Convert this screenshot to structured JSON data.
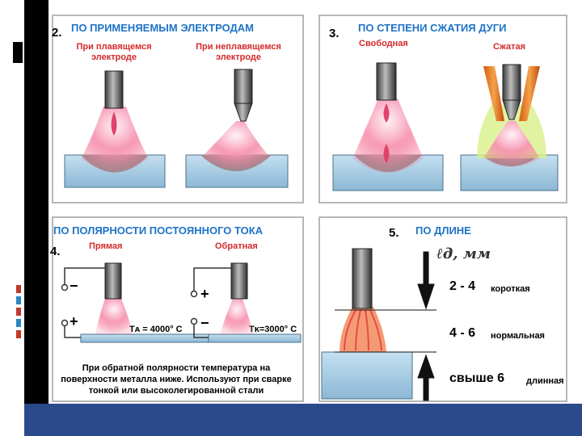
{
  "panels": {
    "p2": {
      "number": "2.",
      "title": "ПО ПРИМЕНЯЕМЫМ ЭЛЕКТРОДАМ",
      "left_label": "При плавящемся электроде",
      "right_label": "При неплавящемся электроде"
    },
    "p3": {
      "number": "3.",
      "title": "ПО СТЕПЕНИ СЖАТИЯ ДУГИ",
      "left_label": "Свободная",
      "right_label": "Сжатая"
    },
    "p4": {
      "number": "4.",
      "title": "ПО ПОЛЯРНОСТИ ПОСТОЯННОГО ТОКА",
      "left_label": "Прямая",
      "right_label": "Обратная",
      "minus": "−",
      "plus": "+",
      "ta_label": "Tᴀ = 4000° С",
      "tk_label": "Tᴋ=3000° С",
      "note": "При обратной полярности температура на поверхности металла ниже. Используют при сварке тонкой или высоколегированной стали"
    },
    "p5": {
      "number": "5.",
      "title": "ПО ДЛИНЕ",
      "axis": "ℓд, мм",
      "rows": [
        {
          "range": "2 - 4",
          "name": "короткая"
        },
        {
          "range": "4 - 6",
          "name": "нормальная"
        },
        {
          "range": "свыше 6",
          "name": "длинная"
        }
      ]
    }
  },
  "colors": {
    "title": "#1e73c6",
    "label": "#d42a2a",
    "metal": "#a9cde3",
    "flame": "#f26a8d",
    "accent_bar": "#2b4a8c"
  }
}
